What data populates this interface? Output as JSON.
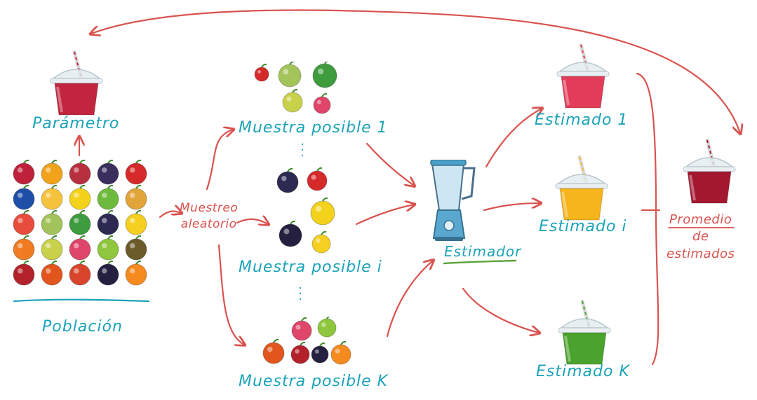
{
  "labels": {
    "parametro": "Parámetro",
    "poblacion": "Población",
    "muestreo": "Muestreo\naleatorio",
    "muestra_1": "Muestra posible 1",
    "muestra_i": "Muestra posible i",
    "muestra_k": "Muestra posible K",
    "estimador": "Estimador",
    "estimado_1": "Estimado 1",
    "estimado_i": "Estimado i",
    "estimado_k": "Estimado K",
    "promedio": "Promedio\nde\nestimados"
  },
  "colors": {
    "arrows": "#d9534f",
    "labels": "#1ba3b8",
    "smoothie_parametro": "#c2253f",
    "smoothie_1": "#e23c58",
    "smoothie_i": "#f6b51c",
    "smoothie_k": "#4aa32c",
    "smoothie_promedio": "#a3182e"
  },
  "icons": {
    "population": "mixed-fruits-icon",
    "sample": "fruit-sample-icon",
    "blender": "blender-icon",
    "smoothie": "smoothie-cup-icon"
  }
}
